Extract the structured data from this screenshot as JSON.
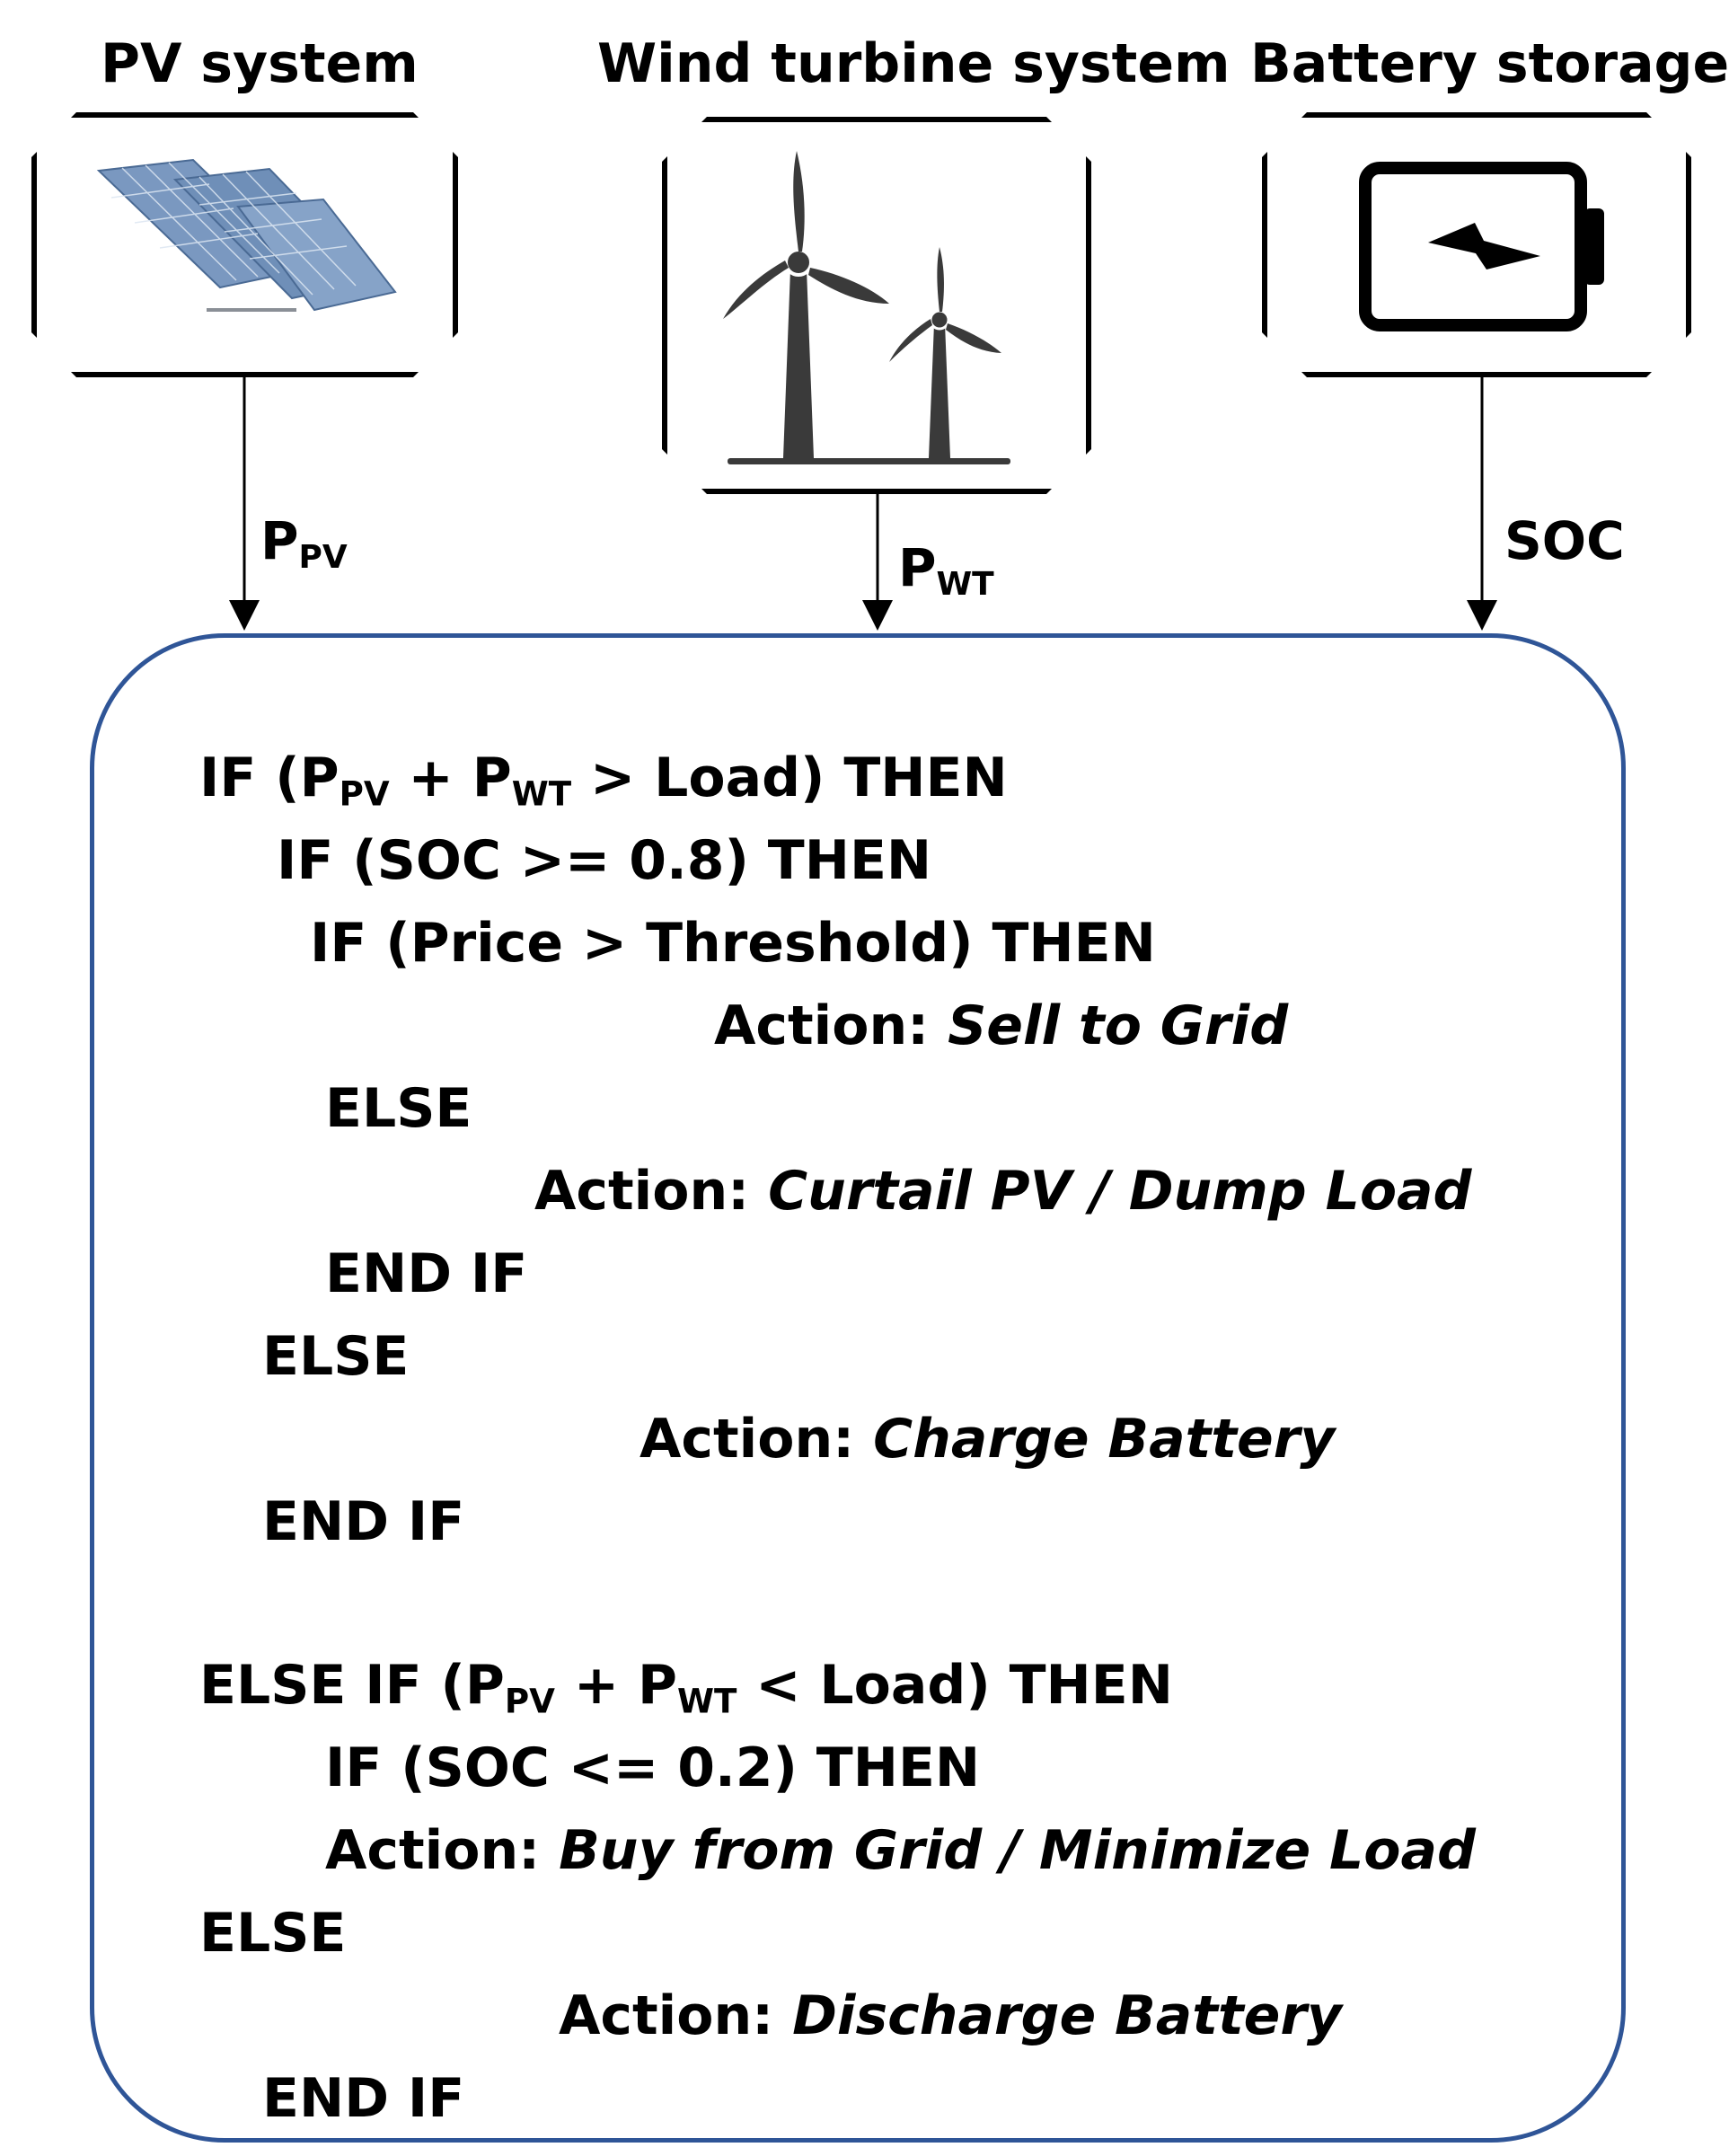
{
  "sources": {
    "pv": {
      "title": "PV system",
      "label_main": "P",
      "label_sub": "PV"
    },
    "wind": {
      "title": "Wind turbine system",
      "label_main": "P",
      "label_sub": "WT"
    },
    "battery": {
      "title": "Battery storage",
      "label_main": "SOC"
    }
  },
  "icons": {
    "pv": "solar-panel-array-icon",
    "wind": "wind-turbine-icon",
    "battery": "battery-charging-icon"
  },
  "colors": {
    "panel_border": "#2f5597",
    "solar_panel": "#6f8fb8",
    "turbine": "#3a3a3a"
  },
  "logic": {
    "l1": {
      "a": "IF (P",
      "b": "PV",
      "c": " + P",
      "d": "WT",
      "e": " > Load) THEN"
    },
    "l2": "IF (SOC >= 0.8) THEN",
    "l3": "IF (Price > Threshold) THEN",
    "action_prefix": "Action: ",
    "l4_action": "Sell to Grid",
    "else": "ELSE",
    "l6_action": "Curtail PV / Dump Load",
    "end_if": "END IF",
    "l9_action": "Charge Battery",
    "l11": {
      "a": "ELSE IF (P",
      "b": "PV",
      "c": " + P",
      "d": "WT",
      "e": " < Load) THEN"
    },
    "l12": "IF (SOC <= 0.2) THEN",
    "l13_action": "Buy from Grid / Minimize Load",
    "l15_action": "Discharge Battery"
  }
}
